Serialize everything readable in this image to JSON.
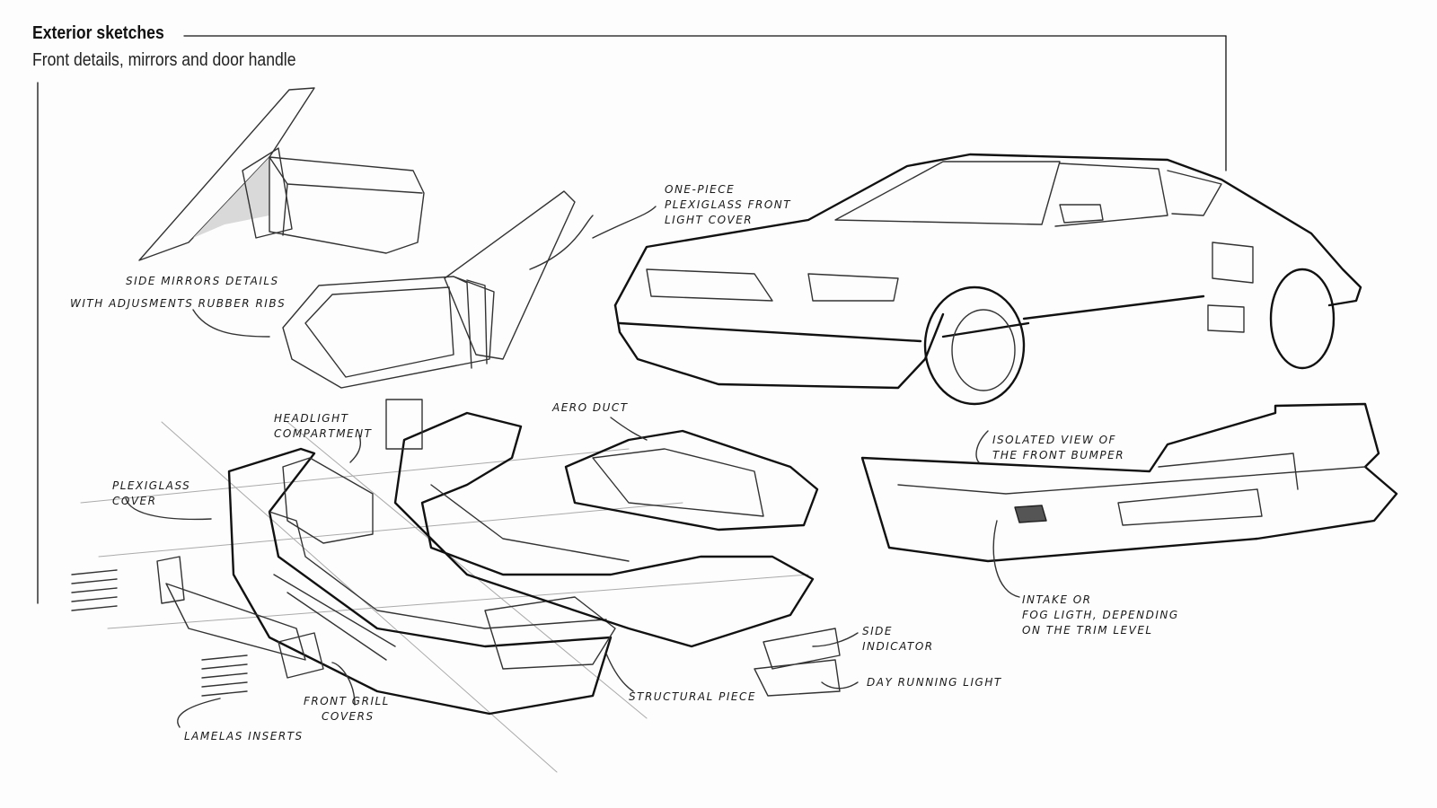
{
  "header": {
    "title": "Exterior sketches",
    "subtitle": "Front details, mirrors and door handle"
  },
  "annotations": {
    "front_light_cover": [
      "ONE-PIECE",
      "PLEXIGLASS FRONT",
      "LIGHT COVER"
    ],
    "side_mirrors": [
      "SIDE MIRRORS DETAILS",
      "WITH ADJUSMENTS RUBBER RIBS"
    ],
    "headlight_compartment": [
      "HEADLIGHT",
      "COMPARTMENT"
    ],
    "aero_duct": "AERO DUCT",
    "plexiglass_cover": [
      "PLEXIGLASS",
      "COVER"
    ],
    "isolated_bumper": [
      "ISOLATED VIEW OF",
      "THE FRONT BUMPER"
    ],
    "intake": [
      "INTAKE OR",
      "FOG LIGTH, DEPENDING",
      "ON THE TRIM LEVEL"
    ],
    "side_indicator": [
      "SIDE",
      "INDICATOR"
    ],
    "day_running_light": "DAY RUNNING LIGHT",
    "structural_piece": "STRUCTURAL PIECE",
    "front_grill_covers": [
      "FRONT GRILL",
      "COVERS"
    ],
    "lamelas_inserts": "LAMELAS INSERTS"
  }
}
